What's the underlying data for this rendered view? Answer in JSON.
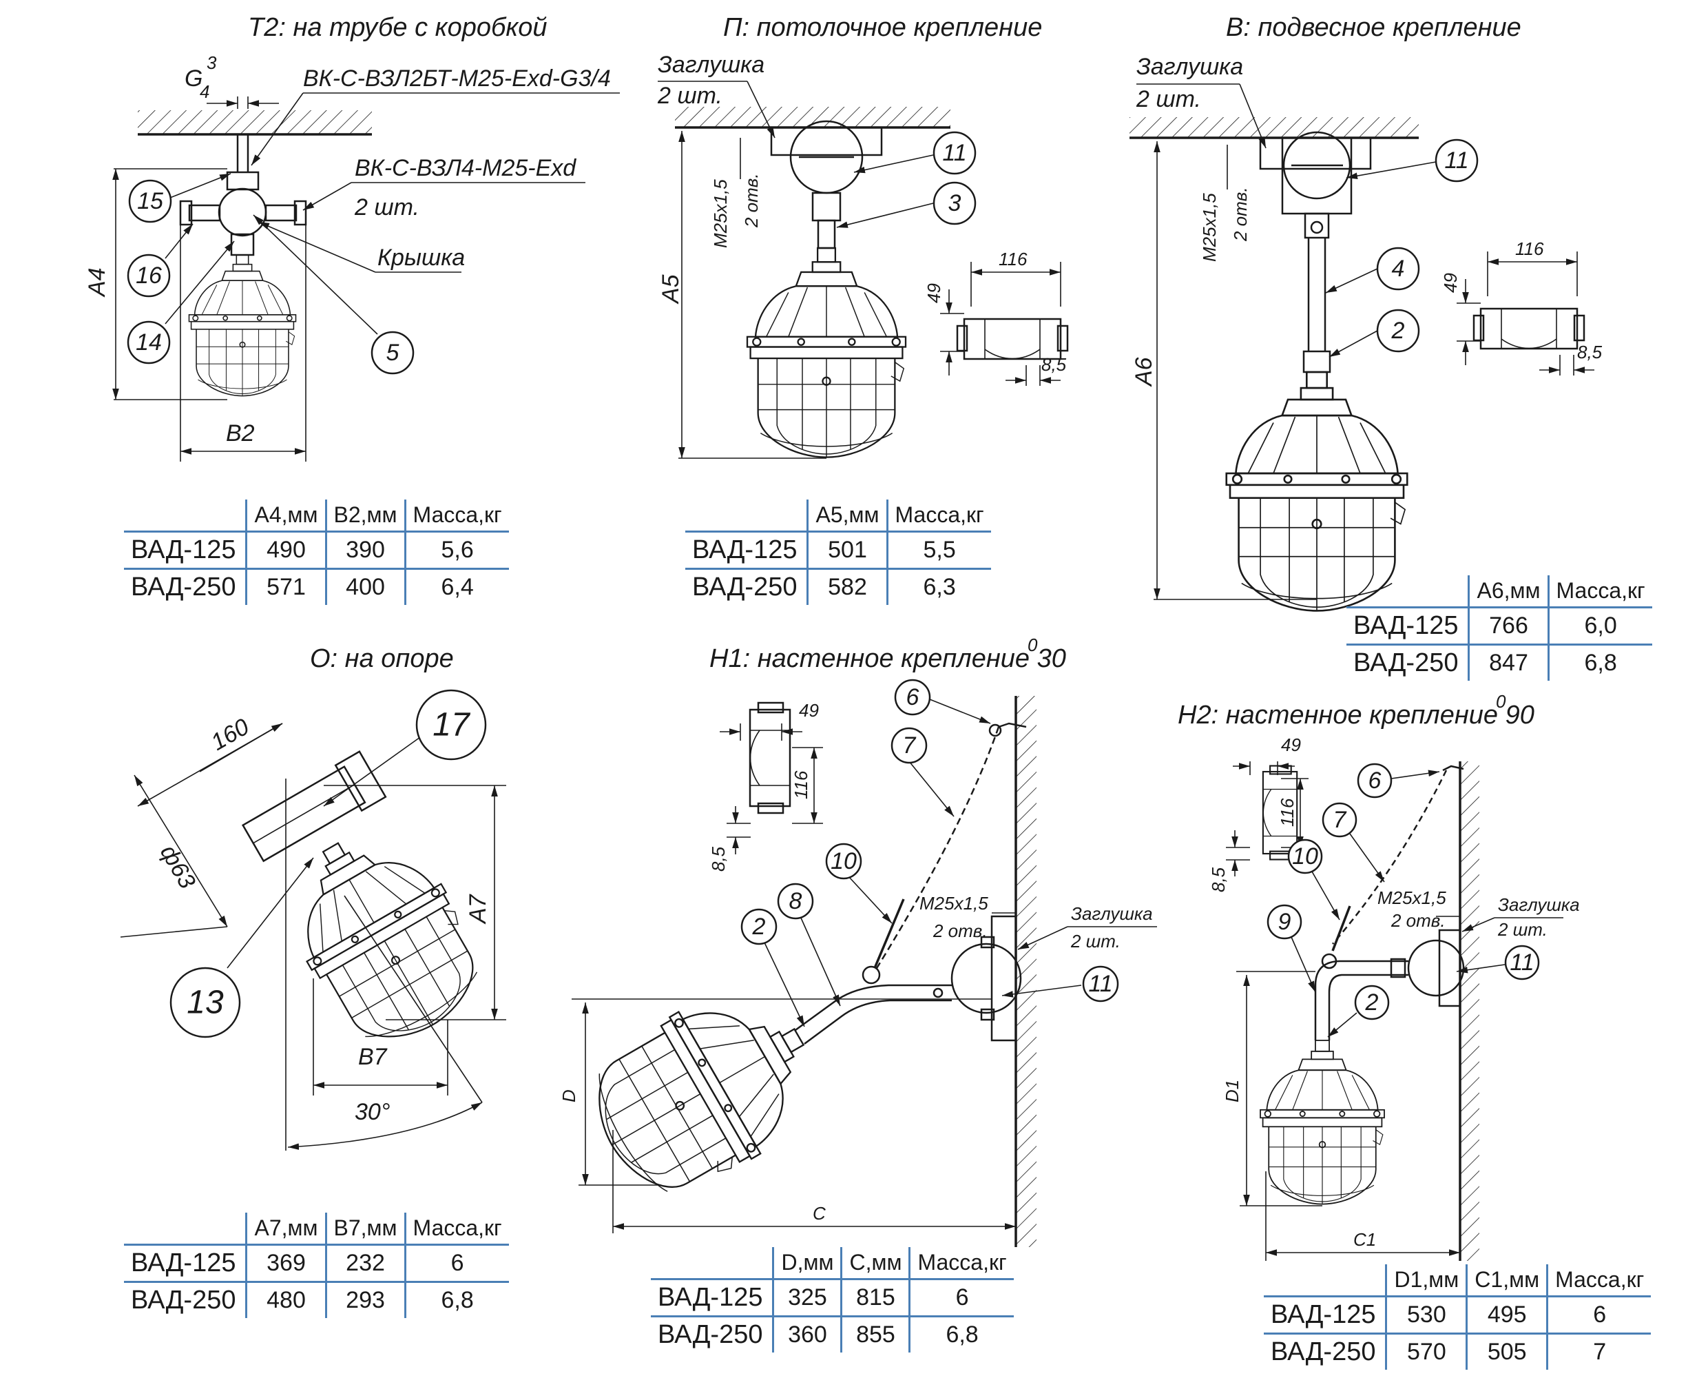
{
  "views": {
    "t2": {
      "title": "Т2: на трубе с коробкой",
      "thread_label": "G",
      "thread_sup": "3",
      "thread_sub": "4",
      "box_label": "ВК-С-ВЗЛ2БТ-М25-Exd-G3/4",
      "entry_label": "ВК-С-ВЗЛ4-М25-Exd",
      "entry_qty": "2 шт.",
      "cover_label": "Крышка",
      "dim_height": "A4",
      "dim_width": "B2",
      "bubbles": [
        "15",
        "16",
        "14",
        "5"
      ]
    },
    "p": {
      "title": "П: потолочное крепление",
      "plug_label": "Заглушка",
      "plug_qty": "2 шт.",
      "thread_label": "M25x1,5",
      "holes_label": "2 отв.",
      "dim_height": "A5",
      "detail_w": "116",
      "detail_h": "49",
      "detail_off": "8,5",
      "bubbles": [
        "11",
        "3"
      ]
    },
    "v": {
      "title": "В: подвесное крепление",
      "plug_label": "Заглушка",
      "plug_qty": "2 шт.",
      "thread_label": "M25x1,5",
      "holes_label": "2 отв.",
      "dim_height": "A6",
      "detail_w": "116",
      "detail_h": "49",
      "detail_off": "8,5",
      "bubbles": [
        "11",
        "4",
        "2"
      ]
    },
    "o": {
      "title": "О: на опоре",
      "dim_len": "160",
      "dim_dia": "ф63",
      "dim_height": "A7",
      "dim_width": "B7",
      "dim_angle": "30°",
      "bubbles": [
        "17",
        "13"
      ]
    },
    "h1": {
      "title": "Н1: настенное крепление 30",
      "title_sup": "0",
      "detail_w": "49",
      "detail_h": "116",
      "detail_off": "8,5",
      "thread_label": "M25x1,5",
      "holes_label": "2 отв.",
      "plug_label": "Заглушка",
      "plug_qty": "2 шт.",
      "dim_d": "D",
      "dim_c": "C",
      "bubbles": [
        "6",
        "7",
        "10",
        "2",
        "8",
        "11"
      ]
    },
    "h2": {
      "title": "Н2: настенное крепление 90",
      "title_sup": "0",
      "detail_w": "49",
      "detail_h": "116",
      "detail_off": "8,5",
      "thread_label": "M25x1,5",
      "holes_label": "2 отв.",
      "plug_label": "Заглушка",
      "plug_qty": "2 шт.",
      "dim_d": "D1",
      "dim_c": "C1",
      "bubbles": [
        "6",
        "7",
        "10",
        "9",
        "2",
        "11"
      ]
    }
  },
  "tables": {
    "t2": {
      "headers": [
        "A4,мм",
        "B2,мм",
        "Масса,кг"
      ],
      "rows": [
        [
          "ВАД-125",
          "490",
          "390",
          "5,6"
        ],
        [
          "ВАД-250",
          "571",
          "400",
          "6,4"
        ]
      ]
    },
    "p": {
      "headers": [
        "A5,мм",
        "Масса,кг"
      ],
      "rows": [
        [
          "ВАД-125",
          "501",
          "5,5"
        ],
        [
          "ВАД-250",
          "582",
          "6,3"
        ]
      ]
    },
    "v": {
      "headers": [
        "A6,мм",
        "Масса,кг"
      ],
      "rows": [
        [
          "ВАД-125",
          "766",
          "6,0"
        ],
        [
          "ВАД-250",
          "847",
          "6,8"
        ]
      ]
    },
    "o": {
      "headers": [
        "A7,мм",
        "B7,мм",
        "Масса,кг"
      ],
      "rows": [
        [
          "ВАД-125",
          "369",
          "232",
          "6"
        ],
        [
          "ВАД-250",
          "480",
          "293",
          "6,8"
        ]
      ]
    },
    "h1": {
      "headers": [
        "D,мм",
        "C,мм",
        "Масса,кг"
      ],
      "rows": [
        [
          "ВАД-125",
          "325",
          "815",
          "6"
        ],
        [
          "ВАД-250",
          "360",
          "855",
          "6,8"
        ]
      ]
    },
    "h2": {
      "headers": [
        "D1,мм",
        "C1,мм",
        "Масса,кг"
      ],
      "rows": [
        [
          "ВАД-125",
          "530",
          "495",
          "6"
        ],
        [
          "ВАД-250",
          "570",
          "505",
          "7"
        ]
      ]
    }
  }
}
